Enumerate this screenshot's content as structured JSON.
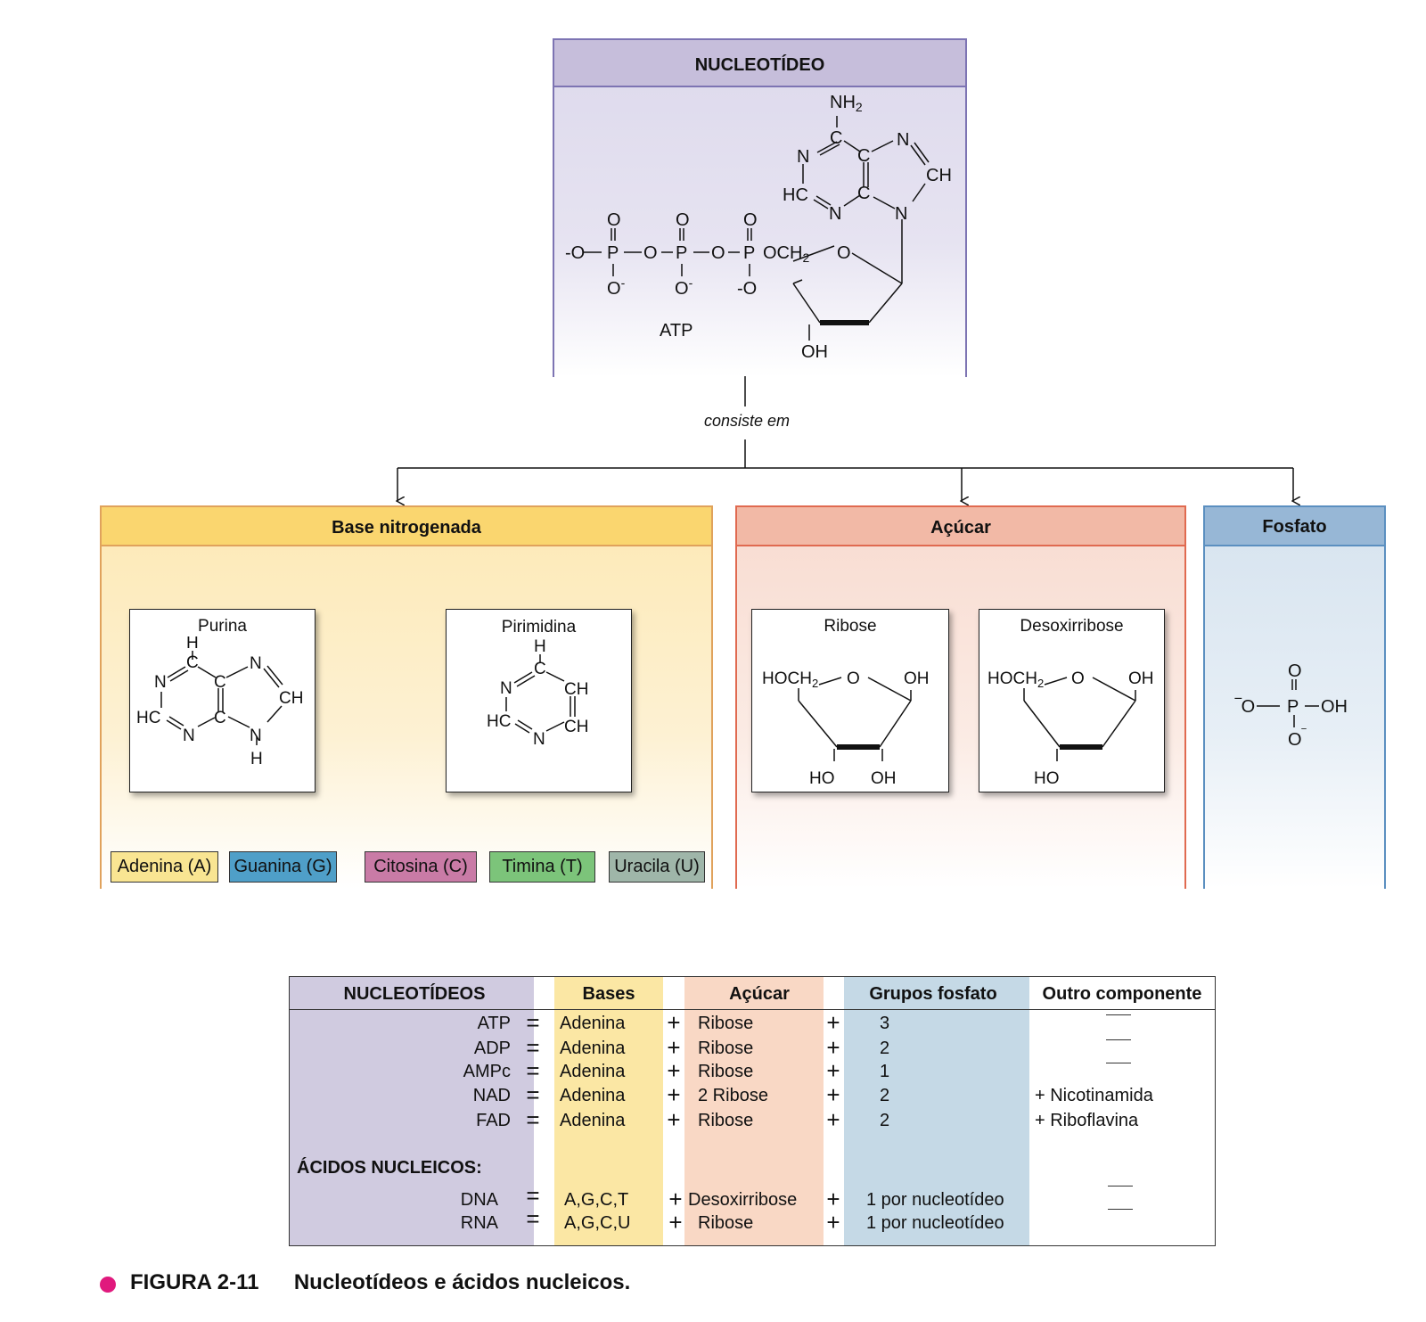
{
  "diagram": {
    "title": "NUCLEOTÍDEO",
    "atp_label": "ATP",
    "link_label": "consiste em",
    "atp_structure": {
      "base_atoms": [
        "NH2",
        "N",
        "C",
        "C",
        "N",
        "CH",
        "HC",
        "N",
        "C",
        "N"
      ],
      "phosphate_atoms": [
        "-O",
        "P",
        "O",
        "P",
        "O",
        "P",
        "OCH2",
        "O",
        "O",
        "O",
        "O-",
        "O-",
        "-O"
      ],
      "sugar_atoms": [
        "O",
        "OH"
      ]
    },
    "base": {
      "title": "Base nitrogenada",
      "purina": {
        "title": "Purina"
      },
      "pirimidina": {
        "title": "Pirimidina"
      },
      "tags": [
        {
          "label": "Adenina (A)",
          "color": "#f9e592"
        },
        {
          "label": "Guanina (G)",
          "color": "#4f9fc8"
        },
        {
          "label": "Citosina (C)",
          "color": "#c97ba6"
        },
        {
          "label": "Timina (T)",
          "color": "#7cc47a"
        },
        {
          "label": "Uracila (U)",
          "color": "#9fb6a9"
        }
      ]
    },
    "sugar": {
      "title": "Açúcar",
      "ribose": {
        "title": "Ribose"
      },
      "desoxirribose": {
        "title": "Desoxirribose"
      }
    },
    "phosphate": {
      "title": "Fosfato"
    },
    "colors": {
      "nucleotide": "#c6bedb",
      "base": "#fad66f",
      "sugar": "#f2b9a6",
      "phosphate": "#97b7d6"
    }
  },
  "table": {
    "headers": [
      "NUCLEOTÍDEOS",
      "Bases",
      "Açúcar",
      "Grupos fosfato",
      "Outro componente"
    ],
    "rows": [
      {
        "name": "ATP",
        "eq": "=",
        "base": "Adenina",
        "plus1": "+",
        "sugar": "Ribose",
        "plus2": "+",
        "phosphate": "3",
        "other": "—"
      },
      {
        "name": "ADP",
        "eq": "=",
        "base": "Adenina",
        "plus1": "+",
        "sugar": "Ribose",
        "plus2": "+",
        "phosphate": "2",
        "other": "—"
      },
      {
        "name": "AMPc",
        "eq": "=",
        "base": "Adenina",
        "plus1": "+",
        "sugar": "Ribose",
        "plus2": "+",
        "phosphate": "1",
        "other": "—"
      },
      {
        "name": "NAD",
        "eq": "=",
        "base": "Adenina",
        "plus1": "+",
        "sugar": "2 Ribose",
        "plus2": "+",
        "phosphate": "2",
        "other": "+ Nicotinamida"
      },
      {
        "name": "FAD",
        "eq": "=",
        "base": "Adenina",
        "plus1": "+",
        "sugar": "Ribose",
        "plus2": "+",
        "phosphate": "2",
        "other": "+ Riboflavina"
      }
    ],
    "section_label": "ÁCIDOS NUCLEICOS:",
    "acid_rows": [
      {
        "name": "DNA",
        "eq": "=",
        "base": "A,G,C,T",
        "plus1": "+",
        "sugar": "Desoxirribose",
        "plus2": "+",
        "phosphate": "1 por nucleotídeo",
        "other": "—"
      },
      {
        "name": "RNA",
        "eq": "=",
        "base": "A,G,C,U",
        "plus1": "+",
        "sugar": "Ribose",
        "plus2": "+",
        "phosphate": "1 por nucleotídeo",
        "other": "—"
      }
    ]
  },
  "caption": {
    "figure": "FIGURA 2-11",
    "text": "Nucleotídeos e ácidos nucleicos.",
    "bullet_color": "#e0197d"
  }
}
